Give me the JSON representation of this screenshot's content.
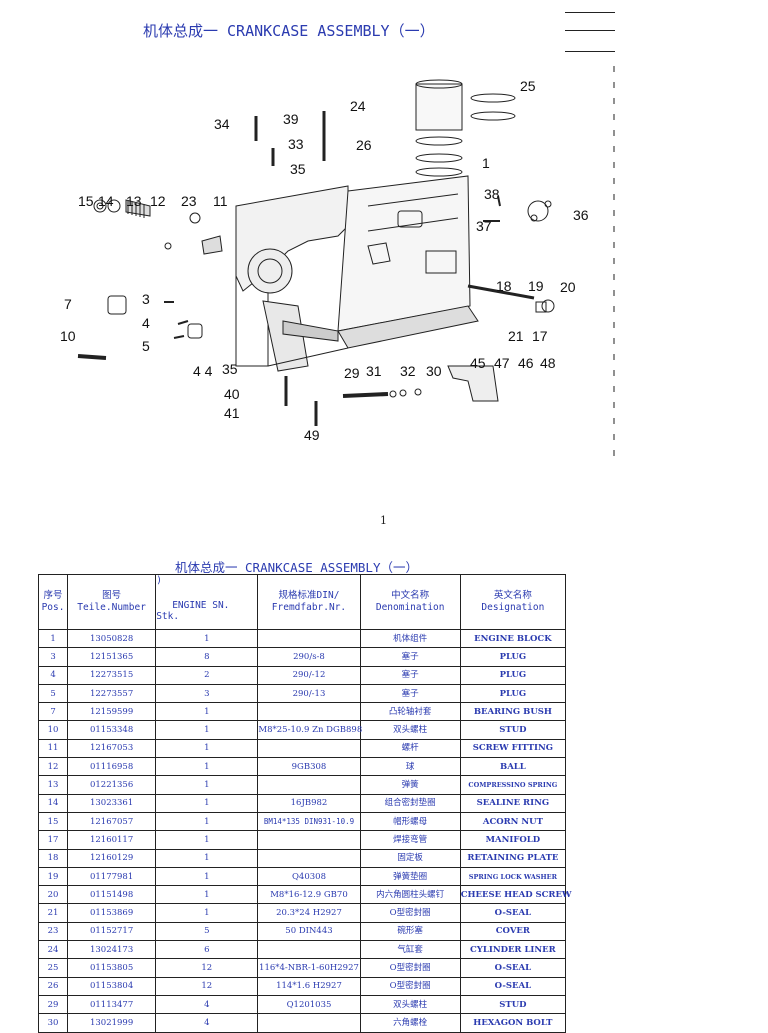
{
  "header": {
    "title": "机体总成一 CRANKCASE ASSEMBLY（一）",
    "table_title": "机体总成一 CRANKCASE ASSEMBLY（一）",
    "page_number": "1"
  },
  "drawing": {
    "callouts": [
      "34",
      "39",
      "33",
      "35",
      "24",
      "25",
      "26",
      "1",
      "38",
      "37",
      "36",
      "15",
      "14",
      "13",
      "12",
      "23",
      "11",
      "7",
      "3",
      "4",
      "5",
      "10",
      "44",
      "35",
      "40",
      "41",
      "49",
      "29",
      "31",
      "32",
      "30",
      "45",
      "47",
      "46",
      "48",
      "18",
      "19",
      "20",
      "21",
      "17"
    ]
  },
  "table": {
    "headers": {
      "pos_cn": "序号",
      "pos_en": "Pos.",
      "num_cn": "图号",
      "num_en": "Teile.Number",
      "qty_top": ")",
      "qty_main": "ENGINE SN.",
      "qty_sub": "Stk.",
      "spec_cn": "规格标准DIN/",
      "spec_en": "Fremdfabr.Nr.",
      "cn_cn": "中文名称",
      "cn_en": "Denomination",
      "en_cn": "英文名称",
      "en_en": "Designation"
    },
    "rows": [
      {
        "pos": "1",
        "num": "13050828",
        "qty": "1",
        "spec": "",
        "cn": "机体组件",
        "en": "ENGINE BLOCK"
      },
      {
        "pos": "3",
        "num": "12151365",
        "qty": "8",
        "spec": "290/s-8",
        "cn": "塞子",
        "en": "PLUG"
      },
      {
        "pos": "4",
        "num": "12273515",
        "qty": "2",
        "spec": "290/-12",
        "cn": "塞子",
        "en": "PLUG"
      },
      {
        "pos": "5",
        "num": "12273557",
        "qty": "3",
        "spec": "290/-13",
        "cn": "塞子",
        "en": "PLUG"
      },
      {
        "pos": "7",
        "num": "12159599",
        "qty": "1",
        "spec": "",
        "cn": "凸轮轴衬套",
        "en": "BEARING BUSH"
      },
      {
        "pos": "10",
        "num": "01153348",
        "qty": "1",
        "spec": "M8*25-10.9 Zn DGB898",
        "cn": "双头螺柱",
        "en": "STUD"
      },
      {
        "pos": "11",
        "num": "12167053",
        "qty": "1",
        "spec": "",
        "cn": "螺杆",
        "en": "SCREW FITTING"
      },
      {
        "pos": "12",
        "num": "01116958",
        "qty": "1",
        "spec": "9GB308",
        "cn": "球",
        "en": "BALL"
      },
      {
        "pos": "13",
        "num": "01221356",
        "qty": "1",
        "spec": "",
        "cn": "弹簧",
        "en": "COMPRESSINO SPRING"
      },
      {
        "pos": "14",
        "num": "13023361",
        "qty": "1",
        "spec": "16JB982",
        "cn": "组合密封垫圈",
        "en": "SEALINE RING"
      },
      {
        "pos": "15",
        "num": "12167057",
        "qty": "1",
        "spec": "BM14*135 DIN931-10.9",
        "cn": "帽形螺母",
        "en": "ACORN NUT"
      },
      {
        "pos": "17",
        "num": "12160117",
        "qty": "1",
        "spec": "",
        "cn": "焊接弯管",
        "en": "MANIFOLD"
      },
      {
        "pos": "18",
        "num": "12160129",
        "qty": "1",
        "spec": "",
        "cn": "固定板",
        "en": "RETAINING PLATE"
      },
      {
        "pos": "19",
        "num": "01177981",
        "qty": "1",
        "spec": "Q40308",
        "cn": "弹簧垫圈",
        "en": "SPRING LOCK WASHER"
      },
      {
        "pos": "20",
        "num": "01151498",
        "qty": "1",
        "spec": "M8*16-12.9 GB70",
        "cn": "内六角圆柱头螺钉",
        "en": "CHEESE HEAD SCREW"
      },
      {
        "pos": "21",
        "num": "01153869",
        "qty": "1",
        "spec": "20.3*24 H2927",
        "cn": "O型密封圈",
        "en": "O-SEAL"
      },
      {
        "pos": "23",
        "num": "01152717",
        "qty": "5",
        "spec": "50 DIN443",
        "cn": "碗形塞",
        "en": "COVER"
      },
      {
        "pos": "24",
        "num": "13024173",
        "qty": "6",
        "spec": "",
        "cn": "气缸套",
        "en": "CYLINDER LINER"
      },
      {
        "pos": "25",
        "num": "01153805",
        "qty": "12",
        "spec": "116*4-NBR-1-60H2927",
        "cn": "O型密封圈",
        "en": "O-SEAL"
      },
      {
        "pos": "26",
        "num": "01153804",
        "qty": "12",
        "spec": "114*1.6 H2927",
        "cn": "O型密封圈",
        "en": "O-SEAL"
      },
      {
        "pos": "29",
        "num": "01113477",
        "qty": "4",
        "spec": "Q1201035",
        "cn": "双头螺柱",
        "en": "STUD"
      },
      {
        "pos": "30",
        "num": "13021999",
        "qty": "4",
        "spec": "",
        "cn": "六角螺栓",
        "en": "HEXAGON BOLT"
      }
    ]
  }
}
